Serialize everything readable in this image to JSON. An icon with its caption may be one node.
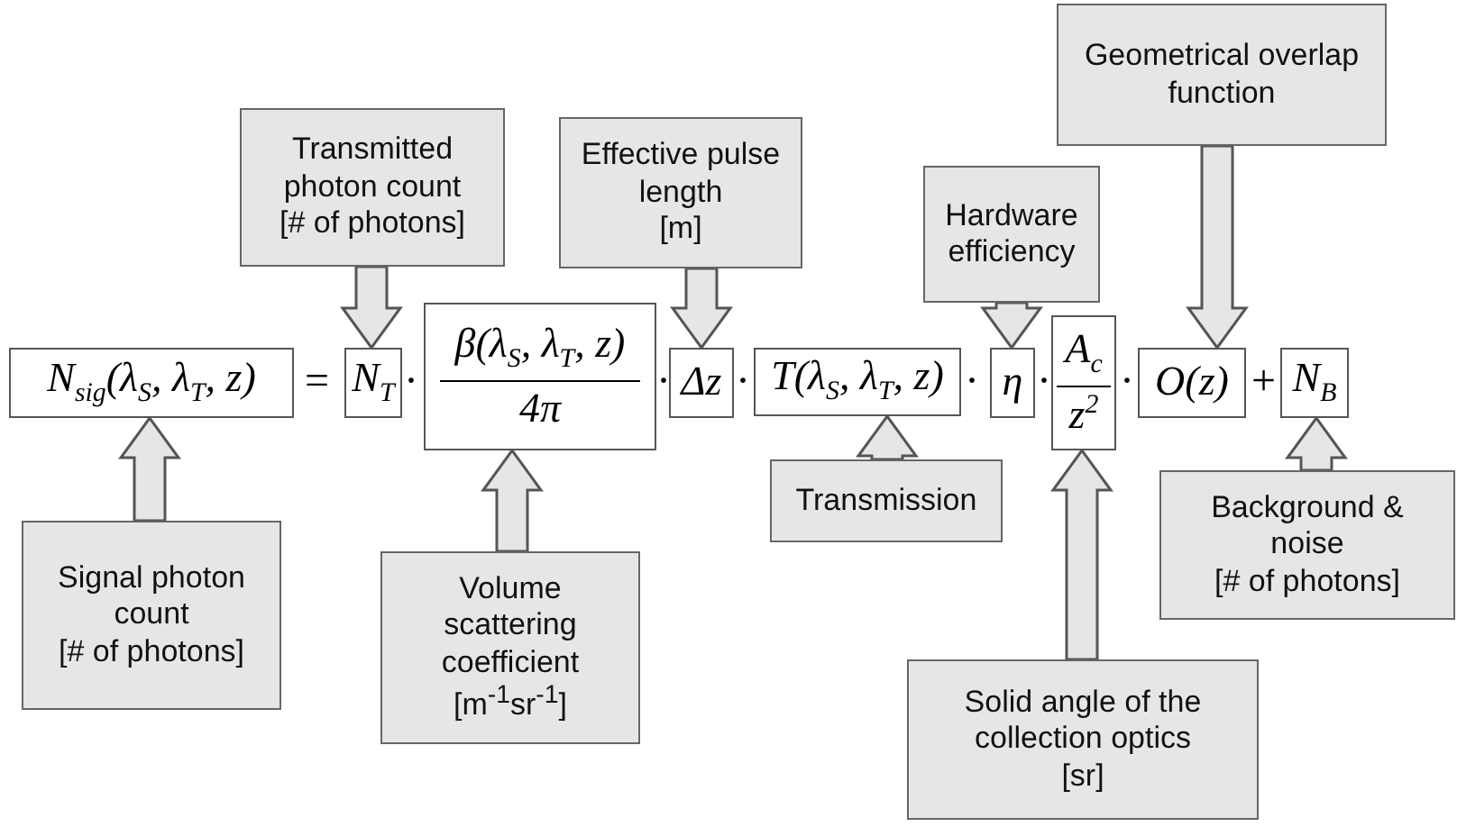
{
  "diagram": {
    "nodes": [
      {
        "text": [
          "Transmitted photon count",
          "[# of photons]"
        ]
      },
      {
        "text": [
          "Effective pulse length",
          "[m]"
        ]
      },
      {
        "text": [
          "Hardware efficiency"
        ]
      },
      {
        "text": [
          "Geometrical overlap function"
        ]
      },
      {
        "text": [
          "N$_{sig}$(λ$_{S}$, λ$_{T}$, z)"
        ]
      },
      {
        "text": [
          "N$_{T}$"
        ]
      },
      {
        "text": [
          "β(λ$_{S}$, λ$_{T}$, z)",
          "4π"
        ]
      },
      {
        "text": [
          "Δz"
        ]
      },
      {
        "text": [
          "T(λ$_{S}$, λ$_{T}$, z)"
        ]
      },
      {
        "text": [
          "η"
        ]
      },
      {
        "text": [
          "A$_{c}$",
          "z$^{2}$"
        ]
      },
      {
        "text": [
          "O(z)"
        ]
      },
      {
        "text": [
          "N$_{B}$"
        ]
      },
      {
        "text": [
          "Signal photon count",
          "[# of photons]"
        ]
      },
      {
        "text": [
          "Volume scattering coefficient",
          "[m$^{-1}$sr$^{-1}$]"
        ]
      },
      {
        "text": [
          "Transmission"
        ]
      },
      {
        "text": [
          "Solid angle of the collection optics",
          "[sr]"
        ]
      },
      {
        "text": [
          "Background & noise",
          "[# of photons]"
        ]
      }
    ],
    "edges": [
      {
        "from": 0,
        "to": 5,
        "arrow": "to"
      },
      {
        "from": 1,
        "to": 7,
        "arrow": "to"
      },
      {
        "from": 2,
        "to": 9,
        "arrow": "to"
      },
      {
        "from": 3,
        "to": 11,
        "arrow": "to"
      },
      {
        "from": 13,
        "to": 4,
        "arrow": "to"
      },
      {
        "from": 14,
        "to": 6,
        "arrow": "to"
      },
      {
        "from": 15,
        "to": 8,
        "arrow": "to"
      },
      {
        "from": 16,
        "to": 10,
        "arrow": "to"
      },
      {
        "from": 17,
        "to": 12,
        "arrow": "to"
      }
    ],
    "labels": [
      "=",
      "·",
      "·",
      "·",
      "·",
      "·",
      "·",
      "+"
    ]
  }
}
